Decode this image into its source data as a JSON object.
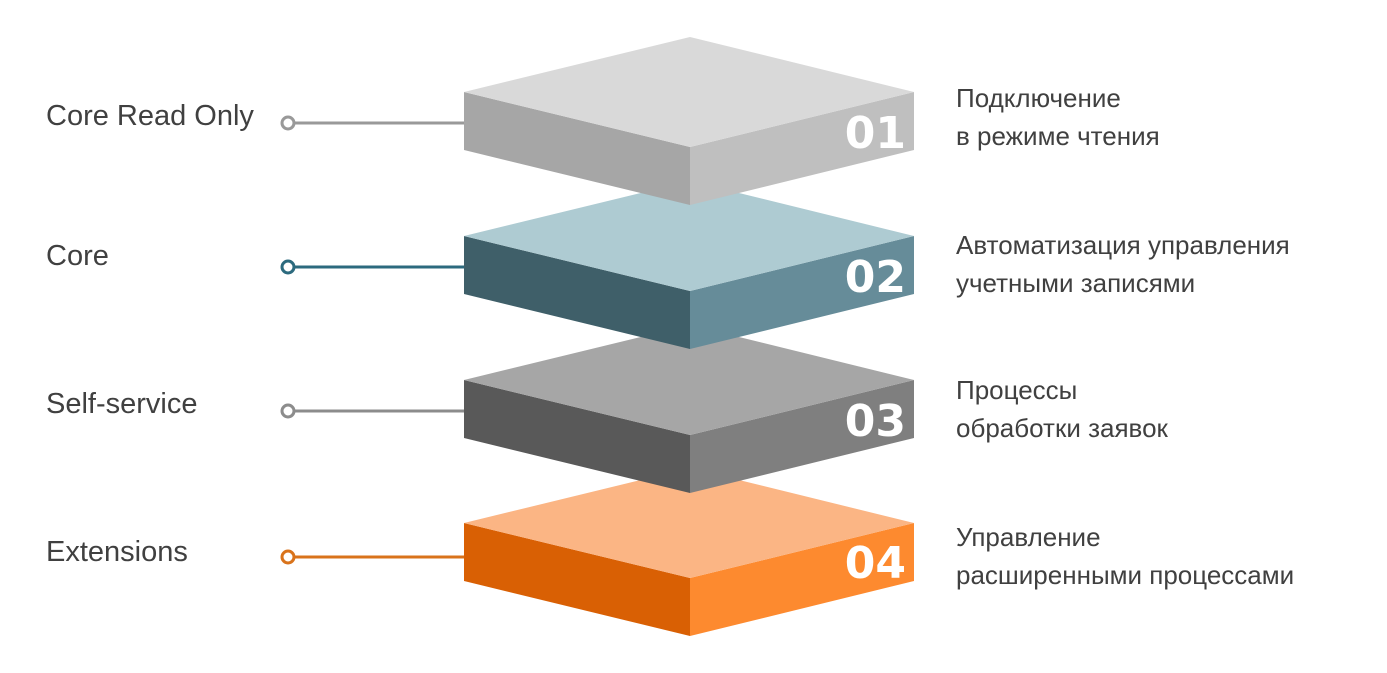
{
  "layers": [
    {
      "number": "01",
      "level": "Core Read Only",
      "description_line1": "Подключение",
      "description_line2": "в режиме чтения",
      "colors": {
        "top": "#d9d9d9",
        "left": "#a6a6a6",
        "right": "#bfbfbf",
        "connector": "#999999"
      }
    },
    {
      "number": "02",
      "level": "Core",
      "description_line1": "Автоматизация управления",
      "description_line2": "учетными записями",
      "colors": {
        "top": "#aecbd2",
        "left": "#3f5f69",
        "right": "#668c99",
        "connector": "#2c6a7e"
      }
    },
    {
      "number": "03",
      "level": "Self-service",
      "description_line1": "Процессы",
      "description_line2": "обработки заявок",
      "colors": {
        "top": "#a6a6a6",
        "left": "#595959",
        "right": "#7f7f7f",
        "connector": "#8c8c8c"
      }
    },
    {
      "number": "04",
      "level": "Extensions",
      "description_line1": "Управление",
      "description_line2": "расширенными процессами",
      "colors": {
        "top": "#fbb584",
        "left": "#d96004",
        "right": "#fd8a2f",
        "connector": "#d9731b"
      }
    }
  ]
}
